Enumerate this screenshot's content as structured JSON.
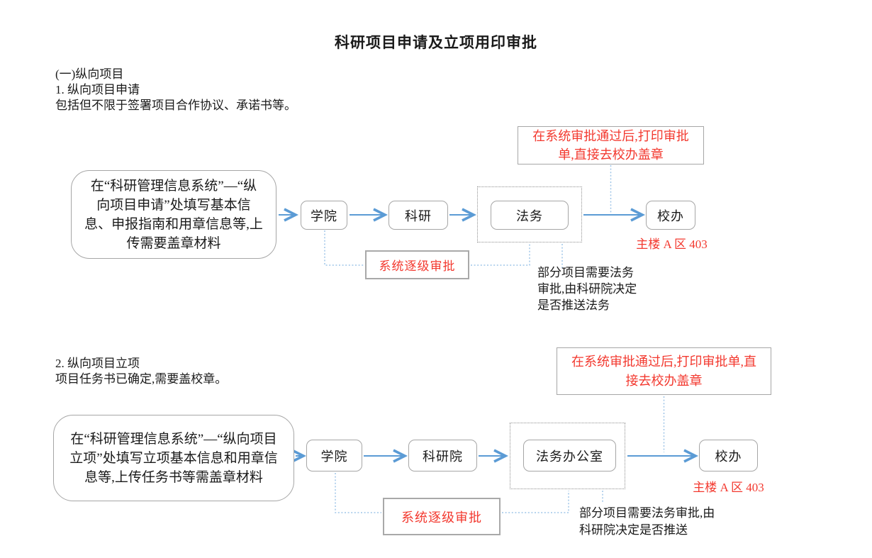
{
  "title": "科研项目申请及立项用印审批",
  "colors": {
    "accent_red": "#f3392f",
    "arrow_blue": "#5b9bd5",
    "connector_blue": "#9fc5e8",
    "border_gray": "#a6a6a6"
  },
  "intro": {
    "line1": "(一)纵向项目",
    "line2": "1. 纵向项目申请",
    "line3": "包括但不限于签署项目合作协议、承诺书等。"
  },
  "flow1": {
    "approval_note": "在系统审批通过后,打印审批单,直接去校办盖章",
    "start": "在“科研管理信息系统”—“纵向项目申请”处填写基本信息、申报指南和用章信息等,上传需要盖章材料",
    "college": "学院",
    "research": "科研",
    "legal": "法务",
    "office": "校办",
    "location": "主楼 A 区 403",
    "system_label": "系统逐级审批",
    "legal_note": "部分项目需要法务审批,由科研院决定是否推送法务"
  },
  "section2": {
    "heading": "2. 纵向项目立项",
    "desc": "项目任务书已确定,需要盖校章。"
  },
  "flow2": {
    "approval_note": "在系统审批通过后,打印审批单,直接去校办盖章",
    "start": "在“科研管理信息系统”—“纵向项目立项”处填写立项基本信息和用章信息等,上传任务书等需盖章材料",
    "college": "学院",
    "research": "科研院",
    "legal": "法务办公室",
    "office": "校办",
    "location": "主楼 A 区 403",
    "system_label": "系统逐级审批",
    "legal_note": "部分项目需要法务审批,由科研院决定是否推送"
  }
}
